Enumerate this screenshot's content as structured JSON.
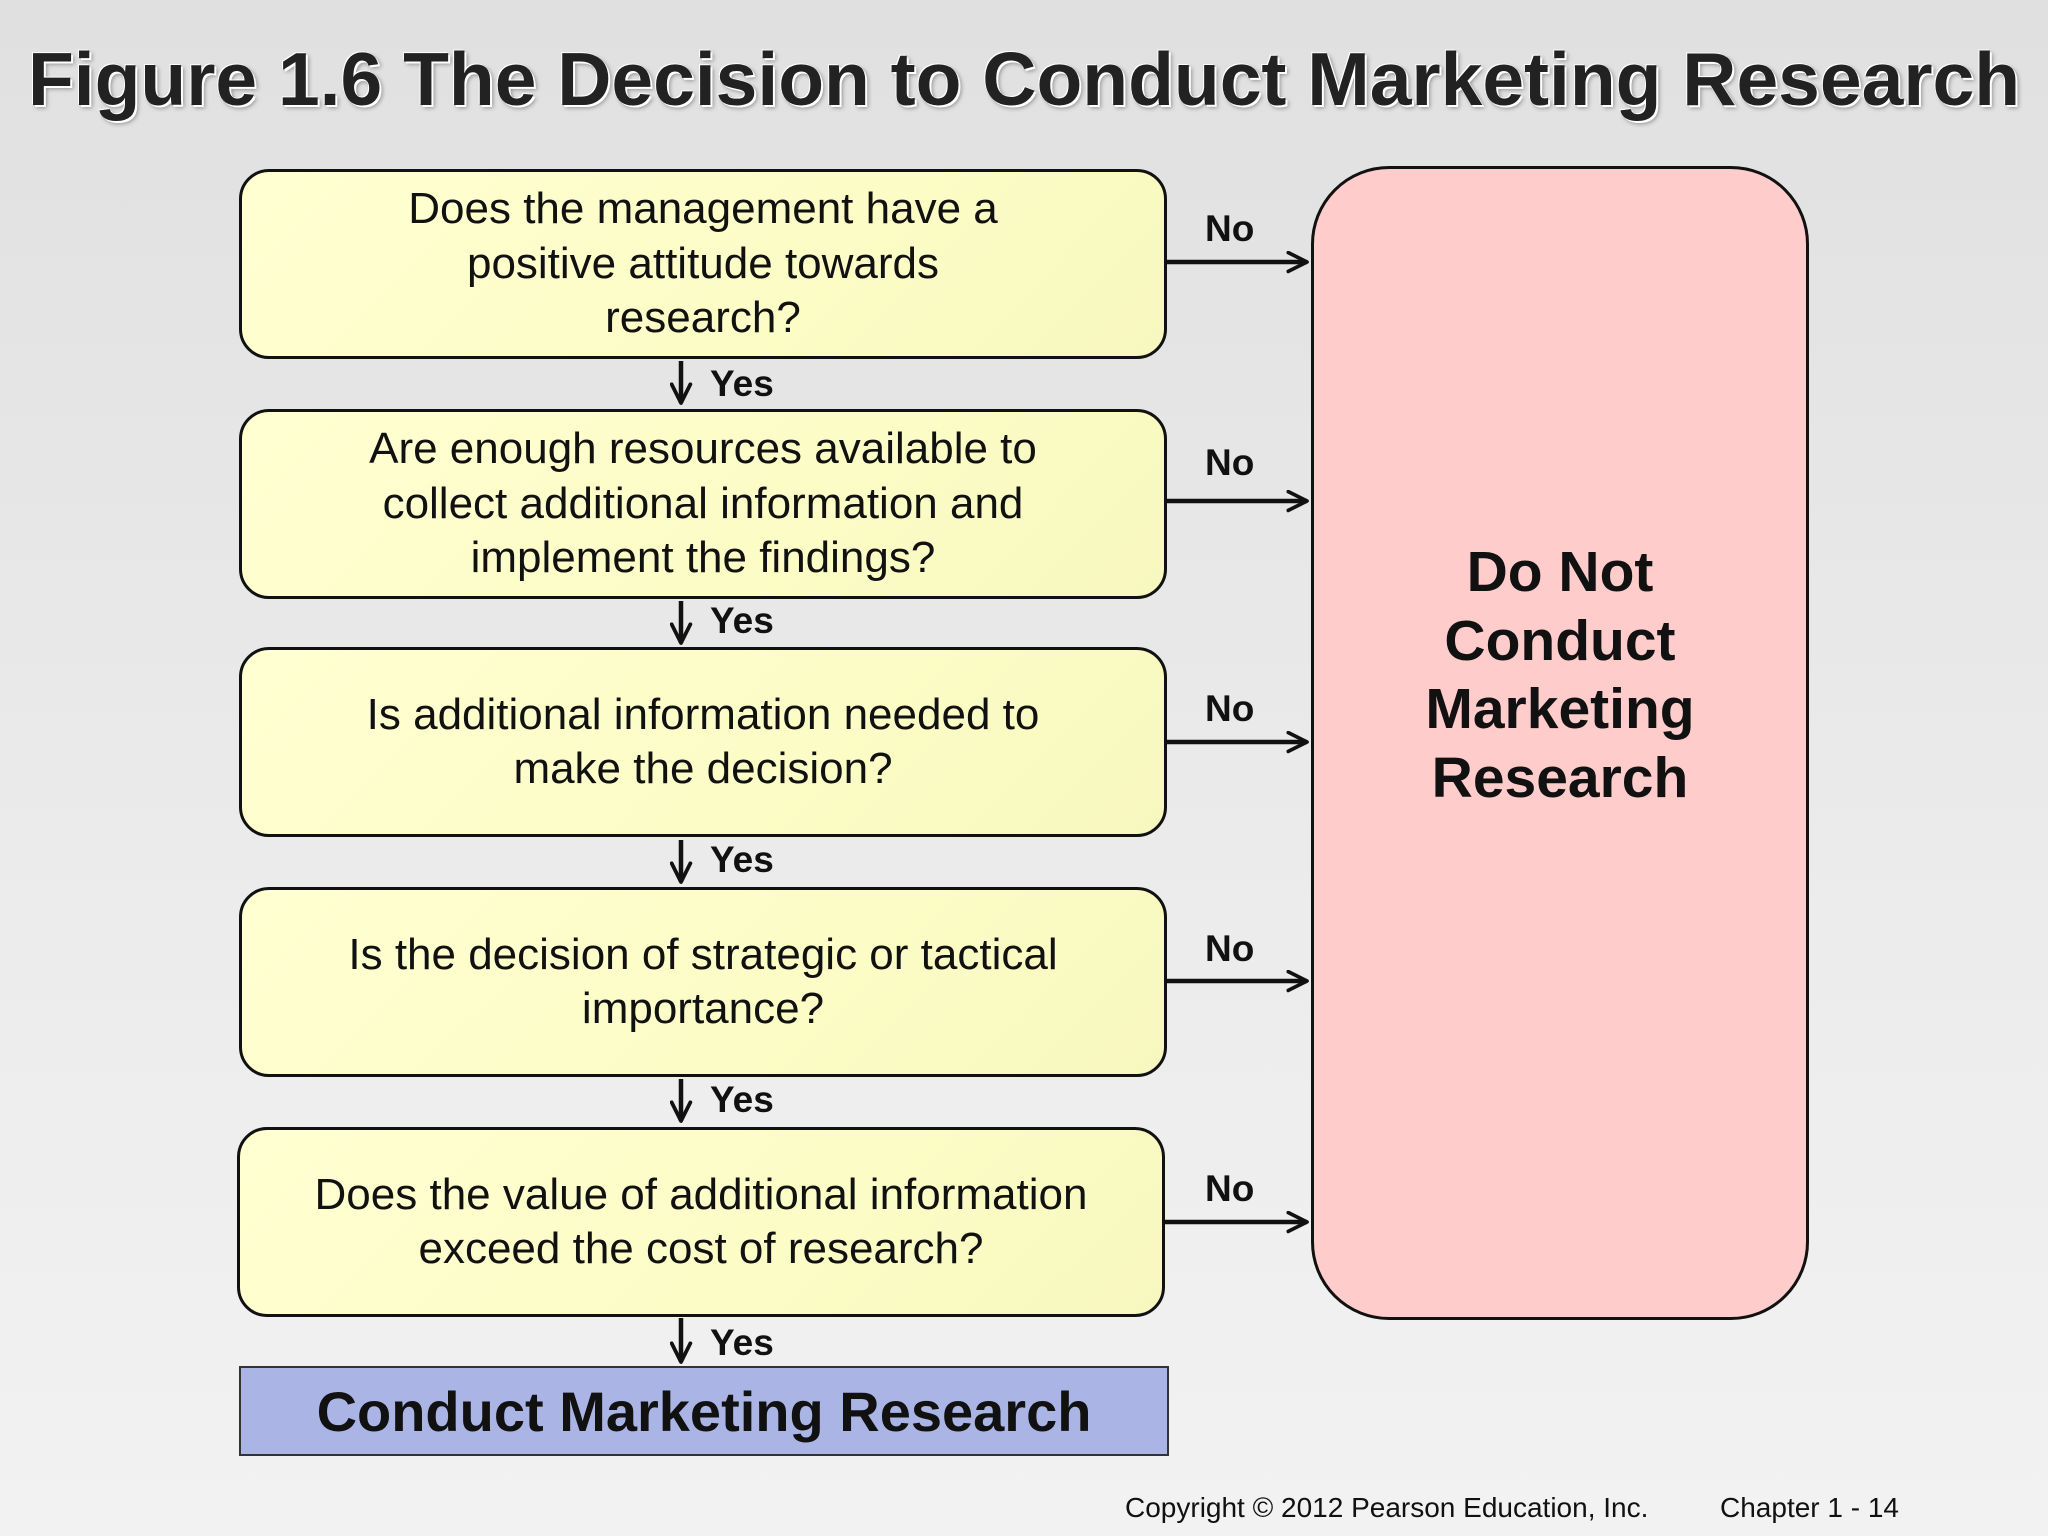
{
  "title": "Figure 1.6 The Decision to Conduct Marketing Research",
  "questions": [
    "Does the management have a\npositive attitude towards\nresearch?",
    "Are enough resources available to\ncollect additional information and\nimplement the findings?",
    "Is additional information needed to\nmake the decision?",
    "Is the decision of strategic or tactical\nimportance?",
    "Does the value of additional information\nexceed the cost of research?"
  ],
  "no_label": "No",
  "yes_label": "Yes",
  "stop_box": "Do Not\nConduct\nMarketing\nResearch",
  "end_box": "Conduct Marketing Research",
  "colors": {
    "question_fill": "#ffffcc",
    "stop_fill": "#ffcccc",
    "end_fill": "#aab5e6",
    "line": "#111111"
  },
  "footer": {
    "copyright": "Copyright © 2012 Pearson Education, Inc.",
    "page": "Chapter 1 - 14"
  }
}
